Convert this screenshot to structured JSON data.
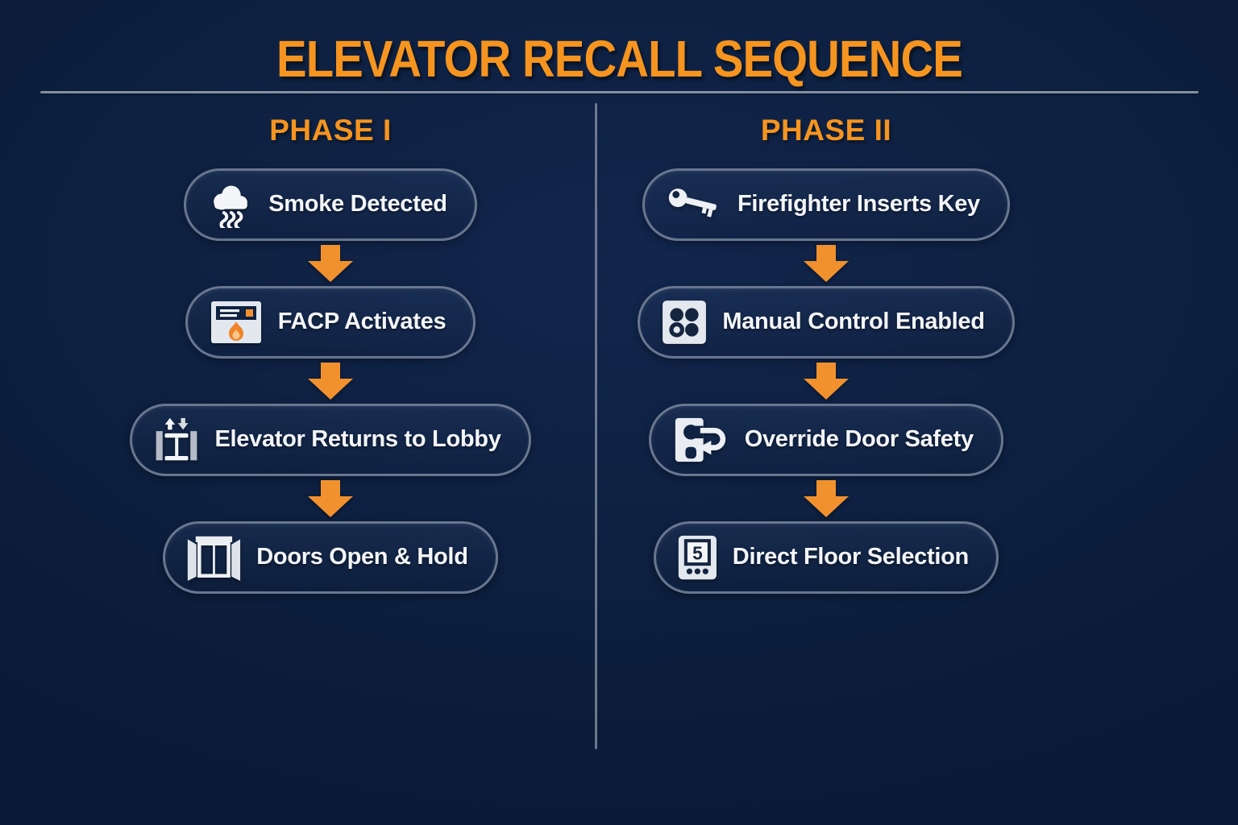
{
  "title": "ELEVATOR RECALL SEQUENCE",
  "colors": {
    "background": "#0d2040",
    "accent_orange": "#F5941F",
    "arrow_orange": "#F1912E",
    "box_border": "#68778F",
    "text_white": "#F3F5F8",
    "divider_gray": "#8C96A8"
  },
  "phases": [
    {
      "label": "PHASE I",
      "steps": [
        {
          "label": "Smoke Detected",
          "icon": "smoke-cloud-icon"
        },
        {
          "label": "FACP Activates",
          "icon": "fire-alarm-panel-icon"
        },
        {
          "label": "Elevator Returns to Lobby",
          "icon": "elevator-shaft-icon"
        },
        {
          "label": "Doors Open & Hold",
          "icon": "open-doors-icon"
        }
      ]
    },
    {
      "label": "PHASE II",
      "steps": [
        {
          "label": "Firefighter Inserts Key",
          "icon": "fire-key-icon"
        },
        {
          "label": "Manual Control Enabled",
          "icon": "control-buttons-icon"
        },
        {
          "label": "Override Door Safety",
          "icon": "door-override-icon"
        },
        {
          "label": "Direct Floor Selection",
          "icon": "floor-keypad-icon"
        }
      ]
    }
  ],
  "floor_keypad_number": "5"
}
